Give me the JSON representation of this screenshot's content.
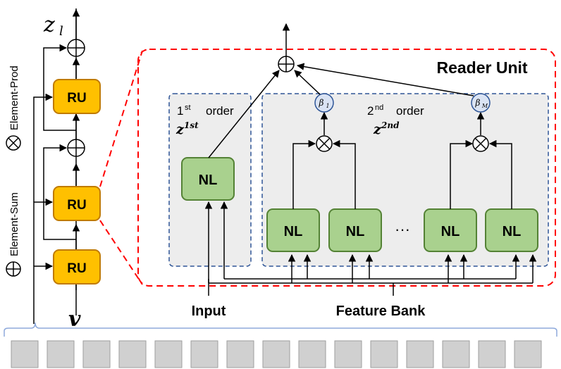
{
  "diagram": {
    "output_var": "z",
    "output_var_sub": "l",
    "input_var": "v",
    "ru_label": "RU",
    "nl_label": "NL",
    "ellipsis": "···",
    "reader_unit_title": "Reader Unit",
    "first_order": {
      "sup": "st",
      "num": "1",
      "word": "order",
      "math": "z",
      "math_sup": "1st"
    },
    "second_order": {
      "sup": "nd",
      "num": "2",
      "word": "order",
      "math": "z",
      "math_sup": "2nd"
    },
    "beta_1": {
      "sym": "β",
      "sub": "1"
    },
    "beta_m": {
      "sym": "β",
      "sub": "M"
    },
    "input_label": "Input",
    "feature_bank_label": "Feature Bank",
    "legend": {
      "prod": "Element-Prod",
      "sum": "Element-Sum"
    },
    "colors": {
      "ru_fill": "#FFC000",
      "ru_stroke": "#C07A00",
      "nl_fill": "#A9D18E",
      "nl_stroke": "#548235",
      "reader_border": "#FF0000",
      "order_border": "#2E5597",
      "order_fill": "#EDEDED",
      "feature_cell": "#D0D0D0",
      "beta_fill": "#DAE3F3",
      "bracket": "#8FAADC"
    }
  }
}
